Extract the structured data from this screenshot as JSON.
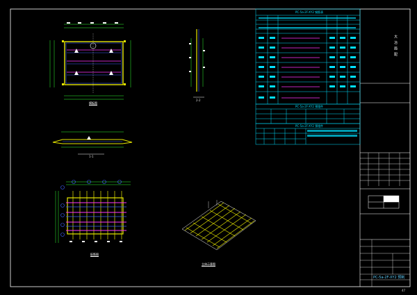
{
  "views": {
    "plan_title": "模板图",
    "section_22": "2-2",
    "section_11": "1-1",
    "rebar_plan_title": "配筋图",
    "iso_title": "立体示意图"
  },
  "title_block": {
    "side_text": "大 冶 局 配",
    "drawing_no": "PC-5a-2F-XY2 预制",
    "page_no": "47"
  },
  "tables": {
    "t1_title": "PC-5a-2F-XY2 钢筋表",
    "t2_title": "PC-5a-2F-XY2 预埋件",
    "t3_title": "PC-5a-2F-XY2 预埋件"
  },
  "colors": {
    "yellow": "#e8e800",
    "cyan": "#00e0ff",
    "magenta": "#ff33ff",
    "green": "#33ff33",
    "blue": "#4060ff",
    "white": "#ffffff"
  }
}
